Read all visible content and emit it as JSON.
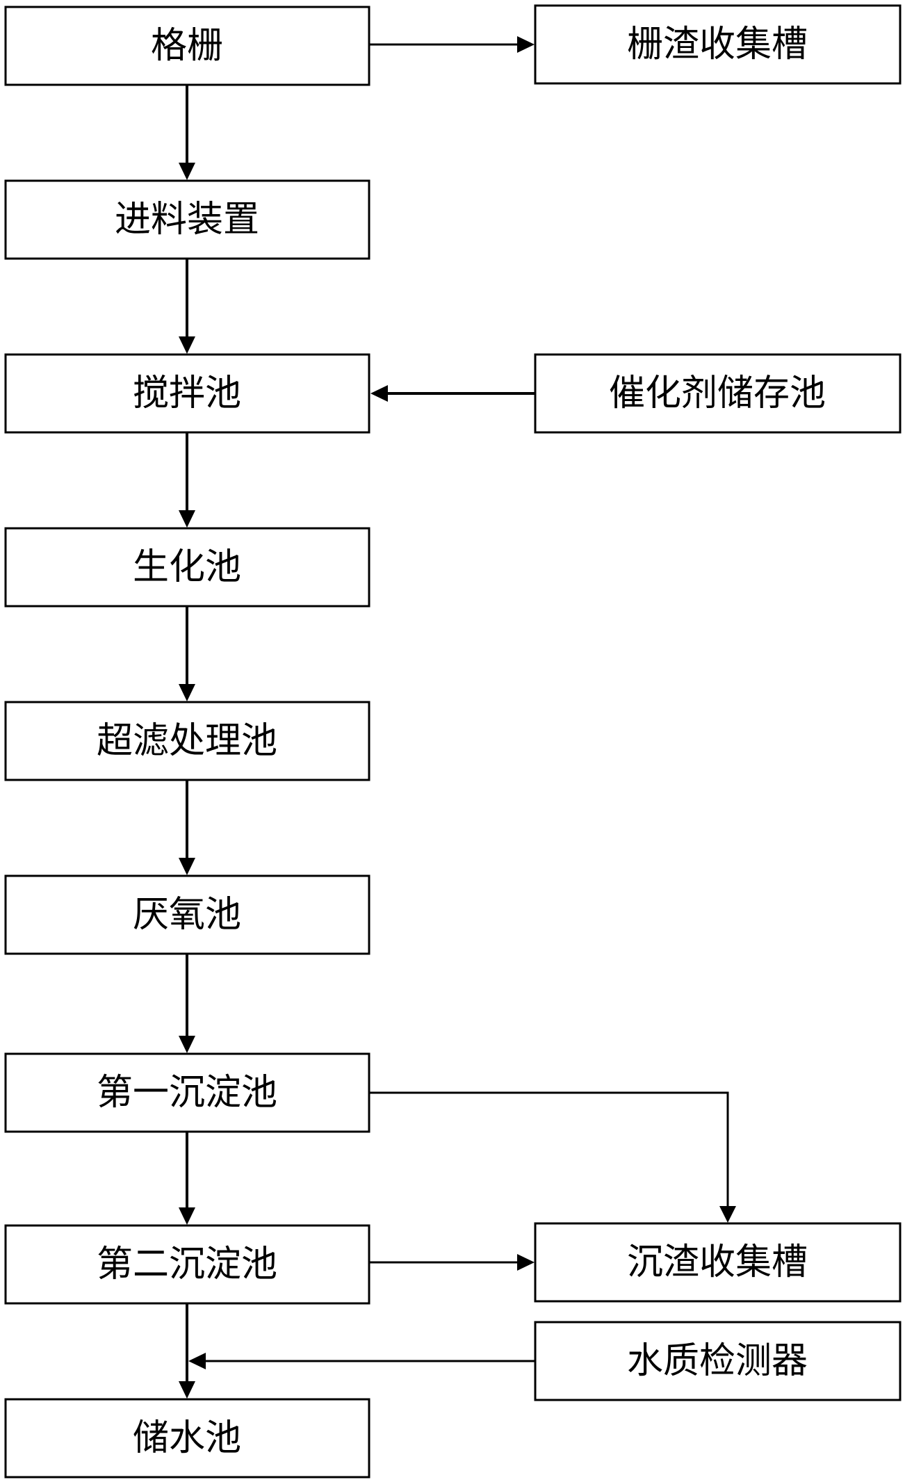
{
  "diagram": {
    "nodes": {
      "grille": "格栅",
      "screenings_tank": "栅渣收集槽",
      "feeder": "进料装置",
      "mixing_pool": "搅拌池",
      "catalyst_storage": "催化剂储存池",
      "biochem_pool": "生化池",
      "ultrafiltration_pool": "超滤处理池",
      "anaerobic_pool": "厌氧池",
      "first_sedimentation": "第一沉淀池",
      "second_sedimentation": "第二沉淀池",
      "sludge_tank": "沉渣收集槽",
      "water_quality_detector": "水质检测器",
      "storage_pool": "储水池"
    }
  }
}
